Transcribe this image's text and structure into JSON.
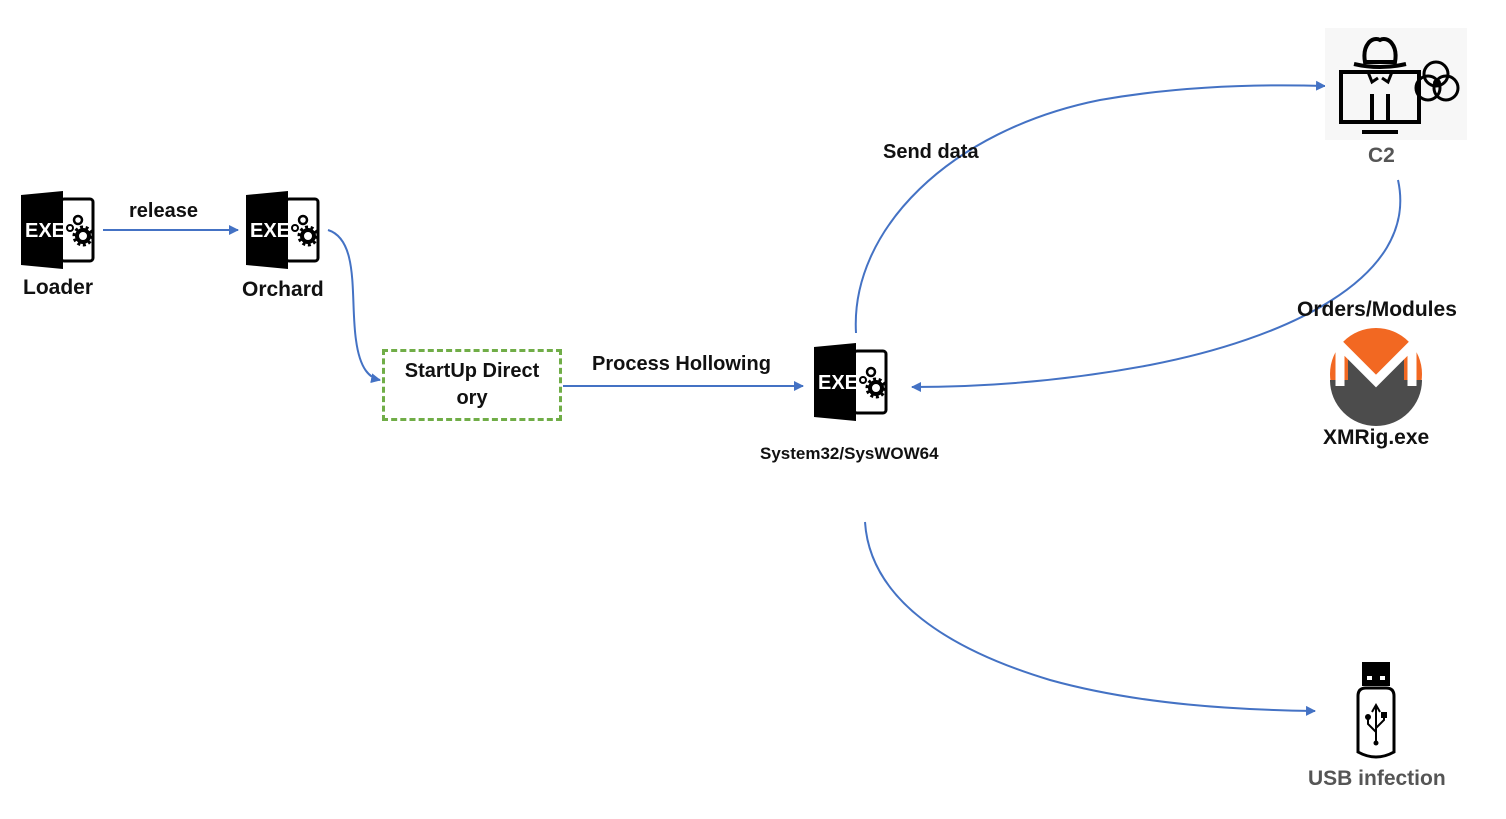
{
  "nodes": {
    "loader": {
      "label": "Loader",
      "icon": "exe-file-icon",
      "icon_text": "EXE"
    },
    "orchard": {
      "label": "Orchard",
      "icon": "exe-file-icon",
      "icon_text": "EXE"
    },
    "startup": {
      "line1": "StartUp Direct",
      "line2": "ory"
    },
    "system32": {
      "label": "System32/SysWOW64",
      "icon": "exe-file-icon",
      "icon_text": "EXE"
    },
    "c2": {
      "label": "C2",
      "icon": "hacker-monitor-biohazard-icon"
    },
    "xmrig": {
      "label": "XMRig.exe",
      "icon": "monero-logo-icon"
    },
    "usb": {
      "label": "USB infection",
      "icon": "usb-drive-icon"
    }
  },
  "edges": {
    "release": "release",
    "process_hollowing": "Process Hollowing",
    "send_data": "Send data",
    "orders_modules": "Orders/Modules"
  },
  "colors": {
    "arrow": "#4472c4",
    "startup_border": "#70ad47",
    "monero_orange": "#f26822",
    "monero_gray": "#4c4c4c"
  }
}
